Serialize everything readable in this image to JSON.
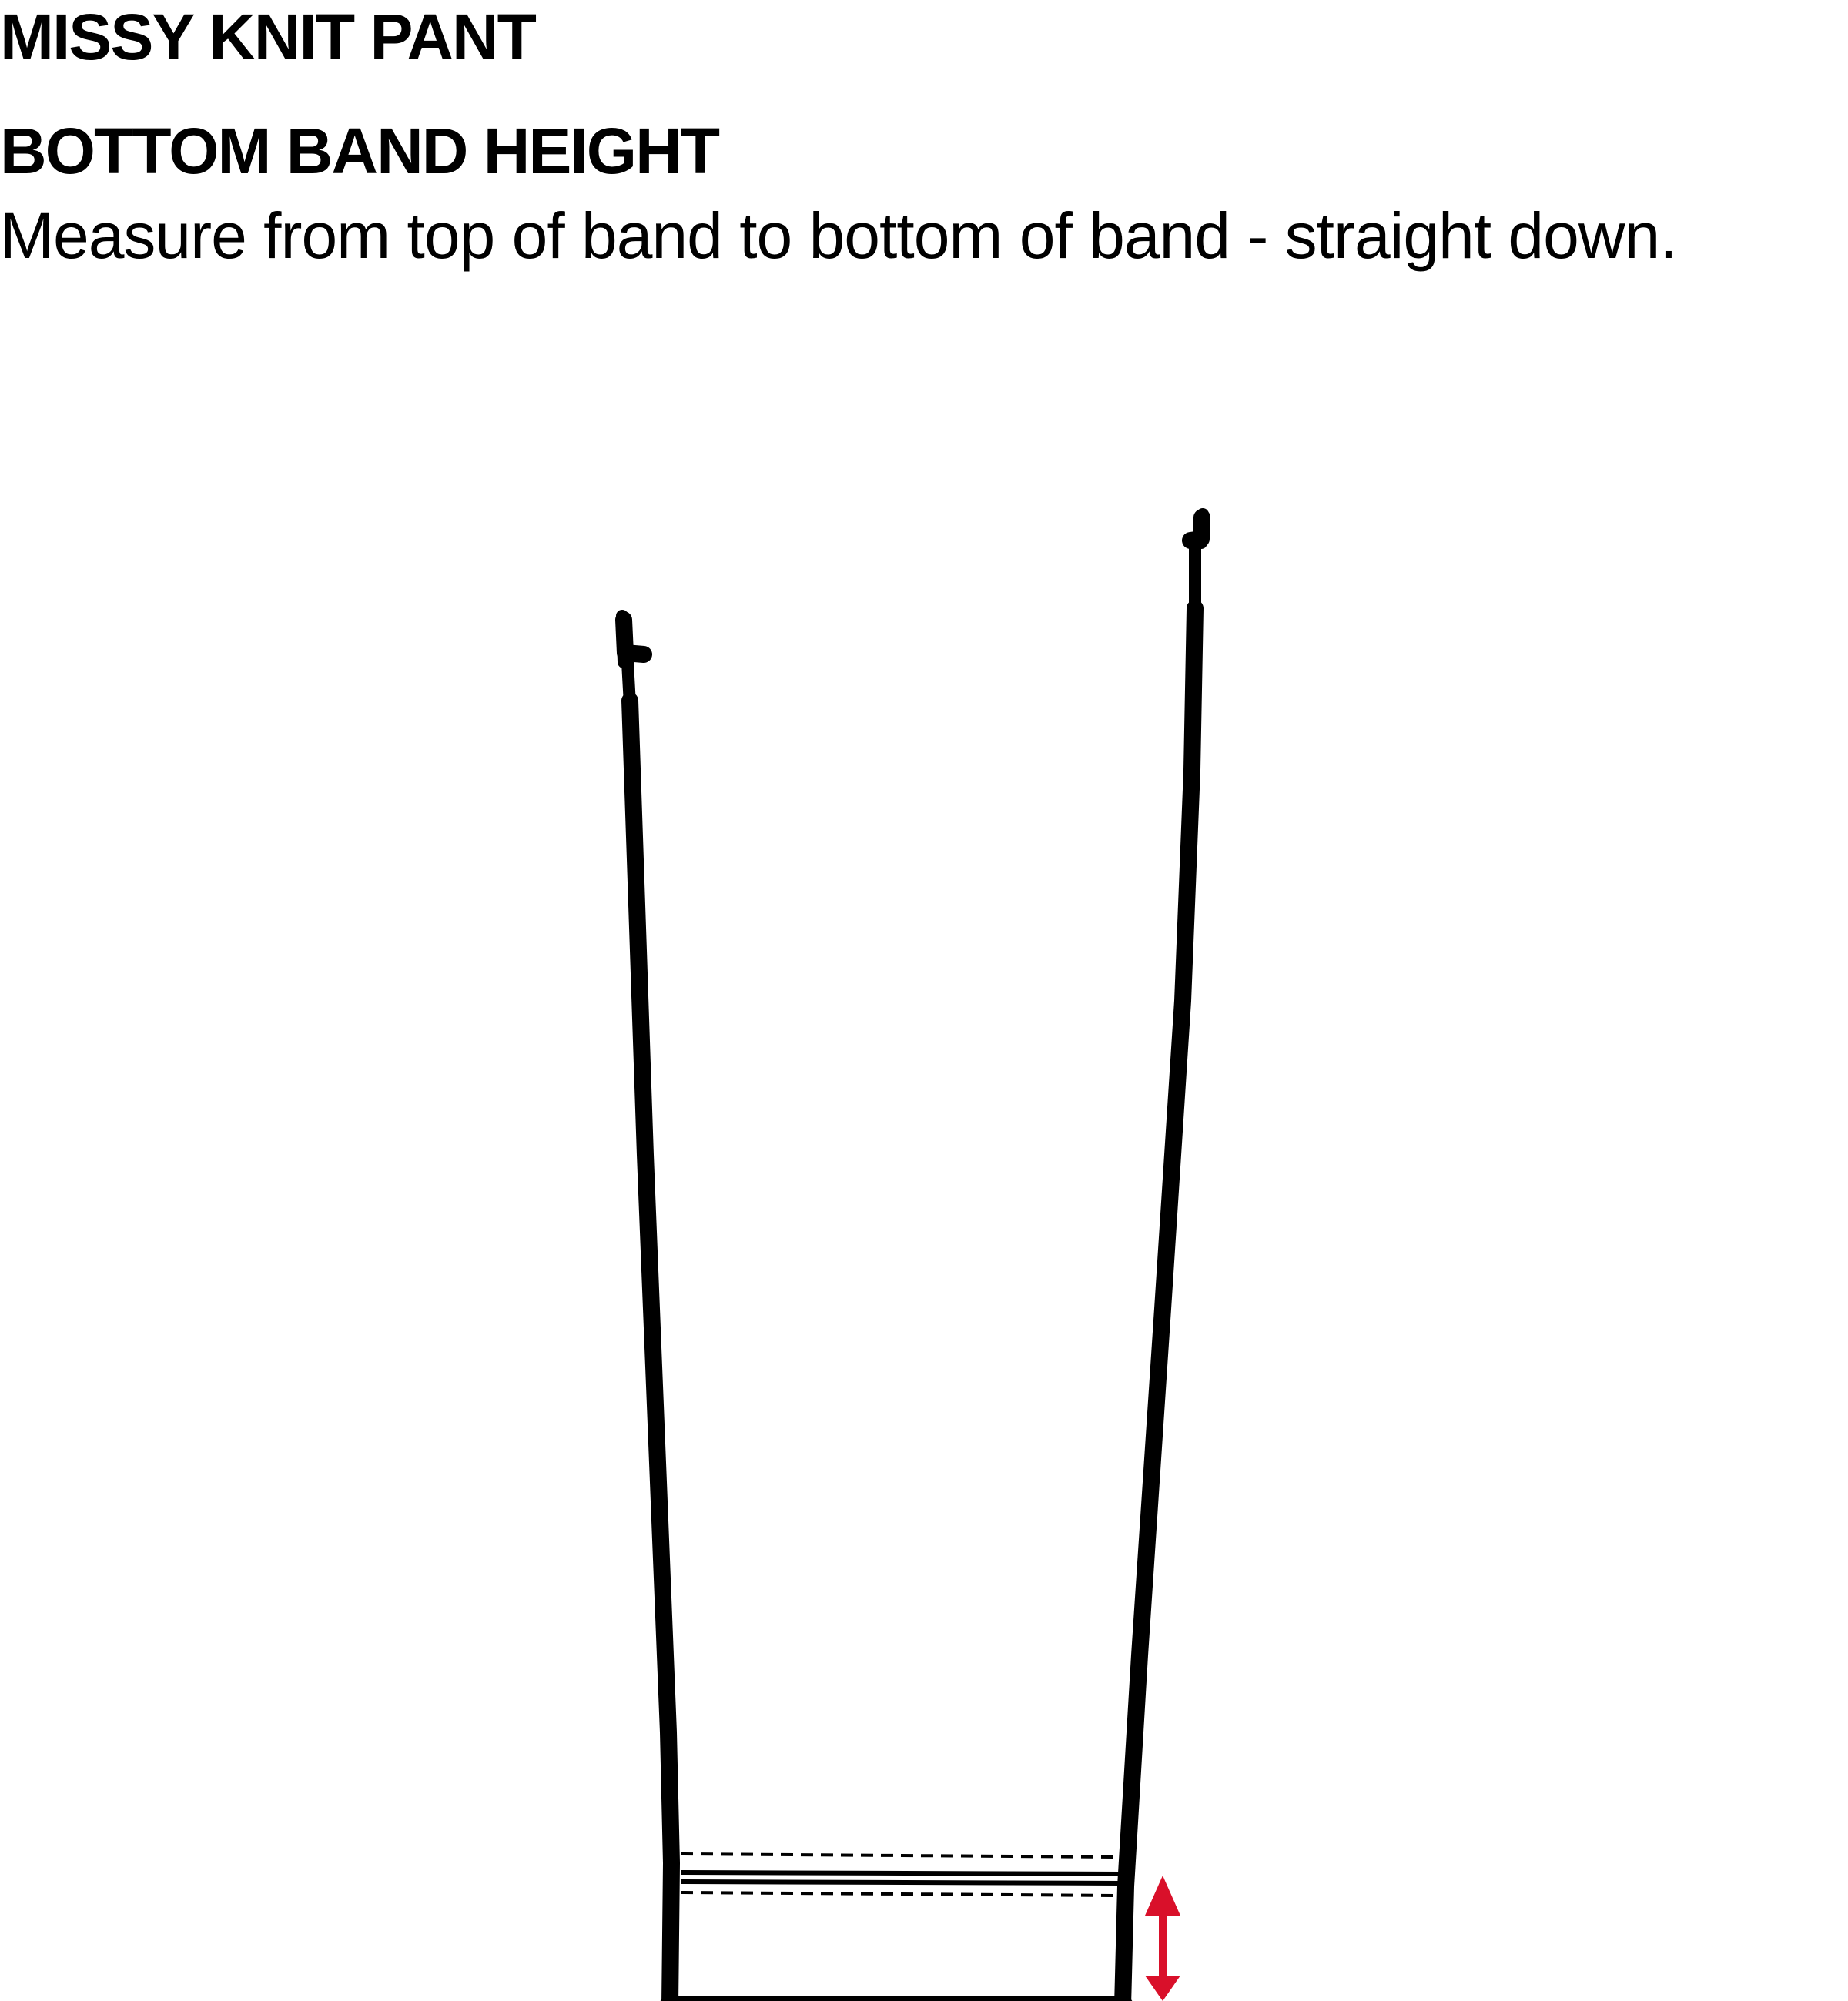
{
  "header": {
    "title": "MISSY KNIT PANT",
    "subtitle": "BOTTOM BAND HEIGHT",
    "instruction": "Measure from top of band to bottom of band - straight down."
  },
  "colors": {
    "outline": "#000000",
    "measurement_arrow": "#d9102a",
    "background": "#ffffff"
  },
  "icons": {
    "measurement": "double-headed-vertical-arrow"
  }
}
